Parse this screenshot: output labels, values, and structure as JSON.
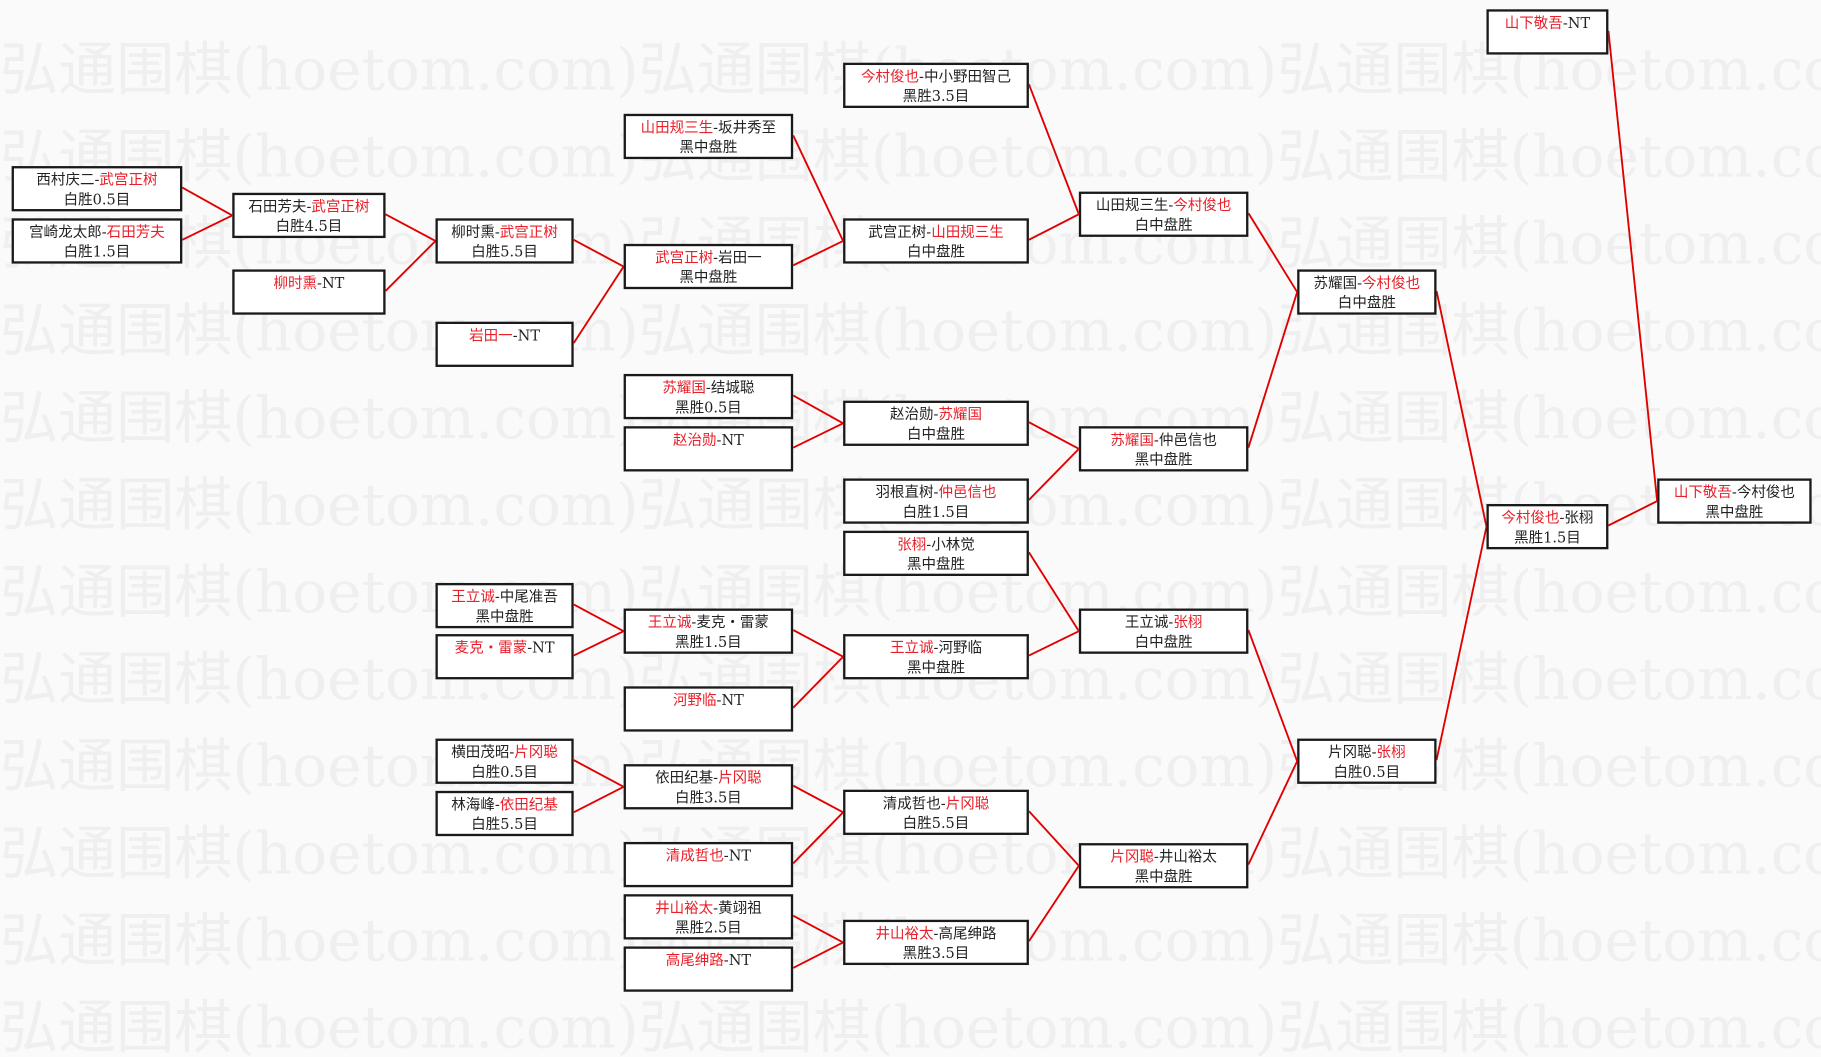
{
  "watermark": "弘通围棋(hoetom.com)",
  "colors": {
    "winner": "#e8202a",
    "connector": "#e00000",
    "border": "#1a1a1a"
  },
  "matches": {
    "A1": {
      "p1": "西村庆二",
      "p2": "武宫正树",
      "winner": 2,
      "result": "白胜0.5目"
    },
    "A2": {
      "p1": "宫崎龙太郎",
      "p2": "石田芳夫",
      "winner": 2,
      "result": "白胜1.5目"
    },
    "B1": {
      "p1": "石田芳夫",
      "p2": "武宫正树",
      "winner": 2,
      "result": "白胜4.5目"
    },
    "B2": {
      "p1": "柳时熏",
      "p2": "NT",
      "winner": 1,
      "result": ""
    },
    "C1": {
      "p1": "柳时熏",
      "p2": "武宫正树",
      "winner": 2,
      "result": "白胜5.5目"
    },
    "C2": {
      "p1": "岩田一",
      "p2": "NT",
      "winner": 1,
      "result": ""
    },
    "C3": {
      "p1": "王立诚",
      "p2": "中尾准吾",
      "winner": 1,
      "result": "黑中盘胜"
    },
    "C4": {
      "p1": "麦克・雷蒙",
      "p2": "NT",
      "winner": 1,
      "result": ""
    },
    "C5": {
      "p1": "横田茂昭",
      "p2": "片冈聪",
      "winner": 2,
      "result": "白胜0.5目"
    },
    "C6": {
      "p1": "林海峰",
      "p2": "依田纪基",
      "winner": 2,
      "result": "白胜5.5目"
    },
    "D1": {
      "p1": "山田规三生",
      "p2": "坂井秀至",
      "winner": 1,
      "result": "黑中盘胜"
    },
    "D2": {
      "p1": "武宫正树",
      "p2": "岩田一",
      "winner": 1,
      "result": "黑中盘胜"
    },
    "D3": {
      "p1": "苏耀国",
      "p2": "结城聪",
      "winner": 1,
      "result": "黑胜0.5目"
    },
    "D4": {
      "p1": "赵治勋",
      "p2": "NT",
      "winner": 1,
      "result": ""
    },
    "D5": {
      "p1": "王立诚",
      "p2": "麦克・雷蒙",
      "winner": 1,
      "result": "黑胜1.5目"
    },
    "D6": {
      "p1": "河野临",
      "p2": "NT",
      "winner": 1,
      "result": ""
    },
    "D7": {
      "p1": "依田纪基",
      "p2": "片冈聪",
      "winner": 2,
      "result": "白胜3.5目"
    },
    "D8": {
      "p1": "清成哲也",
      "p2": "NT",
      "winner": 1,
      "result": ""
    },
    "D9": {
      "p1": "井山裕太",
      "p2": "黄翊祖",
      "winner": 1,
      "result": "黑胜2.5目"
    },
    "D10": {
      "p1": "高尾绅路",
      "p2": "NT",
      "winner": 1,
      "result": ""
    },
    "E1": {
      "p1": "今村俊也",
      "p2": "中小野田智己",
      "winner": 1,
      "result": "黑胜3.5目"
    },
    "E2": {
      "p1": "武宫正树",
      "p2": "山田规三生",
      "winner": 2,
      "result": "白中盘胜"
    },
    "E3": {
      "p1": "赵治勋",
      "p2": "苏耀国",
      "winner": 2,
      "result": "白中盘胜"
    },
    "E4": {
      "p1": "羽根直树",
      "p2": "仲邑信也",
      "winner": 2,
      "result": "白胜1.5目"
    },
    "E5": {
      "p1": "张栩",
      "p2": "小林觉",
      "winner": 1,
      "result": "黑中盘胜"
    },
    "E6": {
      "p1": "王立诚",
      "p2": "河野临",
      "winner": 1,
      "result": "黑中盘胜"
    },
    "E7": {
      "p1": "清成哲也",
      "p2": "片冈聪",
      "winner": 2,
      "result": "白胜5.5目"
    },
    "E8": {
      "p1": "井山裕太",
      "p2": "高尾绅路",
      "winner": 1,
      "result": "黑胜3.5目"
    },
    "F1": {
      "p1": "山田规三生",
      "p2": "今村俊也",
      "winner": 2,
      "result": "白中盘胜"
    },
    "F2": {
      "p1": "苏耀国",
      "p2": "仲邑信也",
      "winner": 1,
      "result": "黑中盘胜"
    },
    "F3": {
      "p1": "王立诚",
      "p2": "张栩",
      "winner": 2,
      "result": "白中盘胜"
    },
    "F4": {
      "p1": "片冈聪",
      "p2": "井山裕太",
      "winner": 1,
      "result": "黑中盘胜"
    },
    "G1": {
      "p1": "苏耀国",
      "p2": "今村俊也",
      "winner": 2,
      "result": "白中盘胜"
    },
    "G2": {
      "p1": "片冈聪",
      "p2": "张栩",
      "winner": 2,
      "result": "白胜0.5目"
    },
    "H0": {
      "p1": "山下敬吾",
      "p2": "NT",
      "winner": 1,
      "result": ""
    },
    "H1": {
      "p1": "今村俊也",
      "p2": "张栩",
      "winner": 1,
      "result": "黑胜1.5目"
    },
    "I1": {
      "p1": "山下敬吾",
      "p2": "今村俊也",
      "winner": 1,
      "result": "黑中盘胜"
    }
  }
}
